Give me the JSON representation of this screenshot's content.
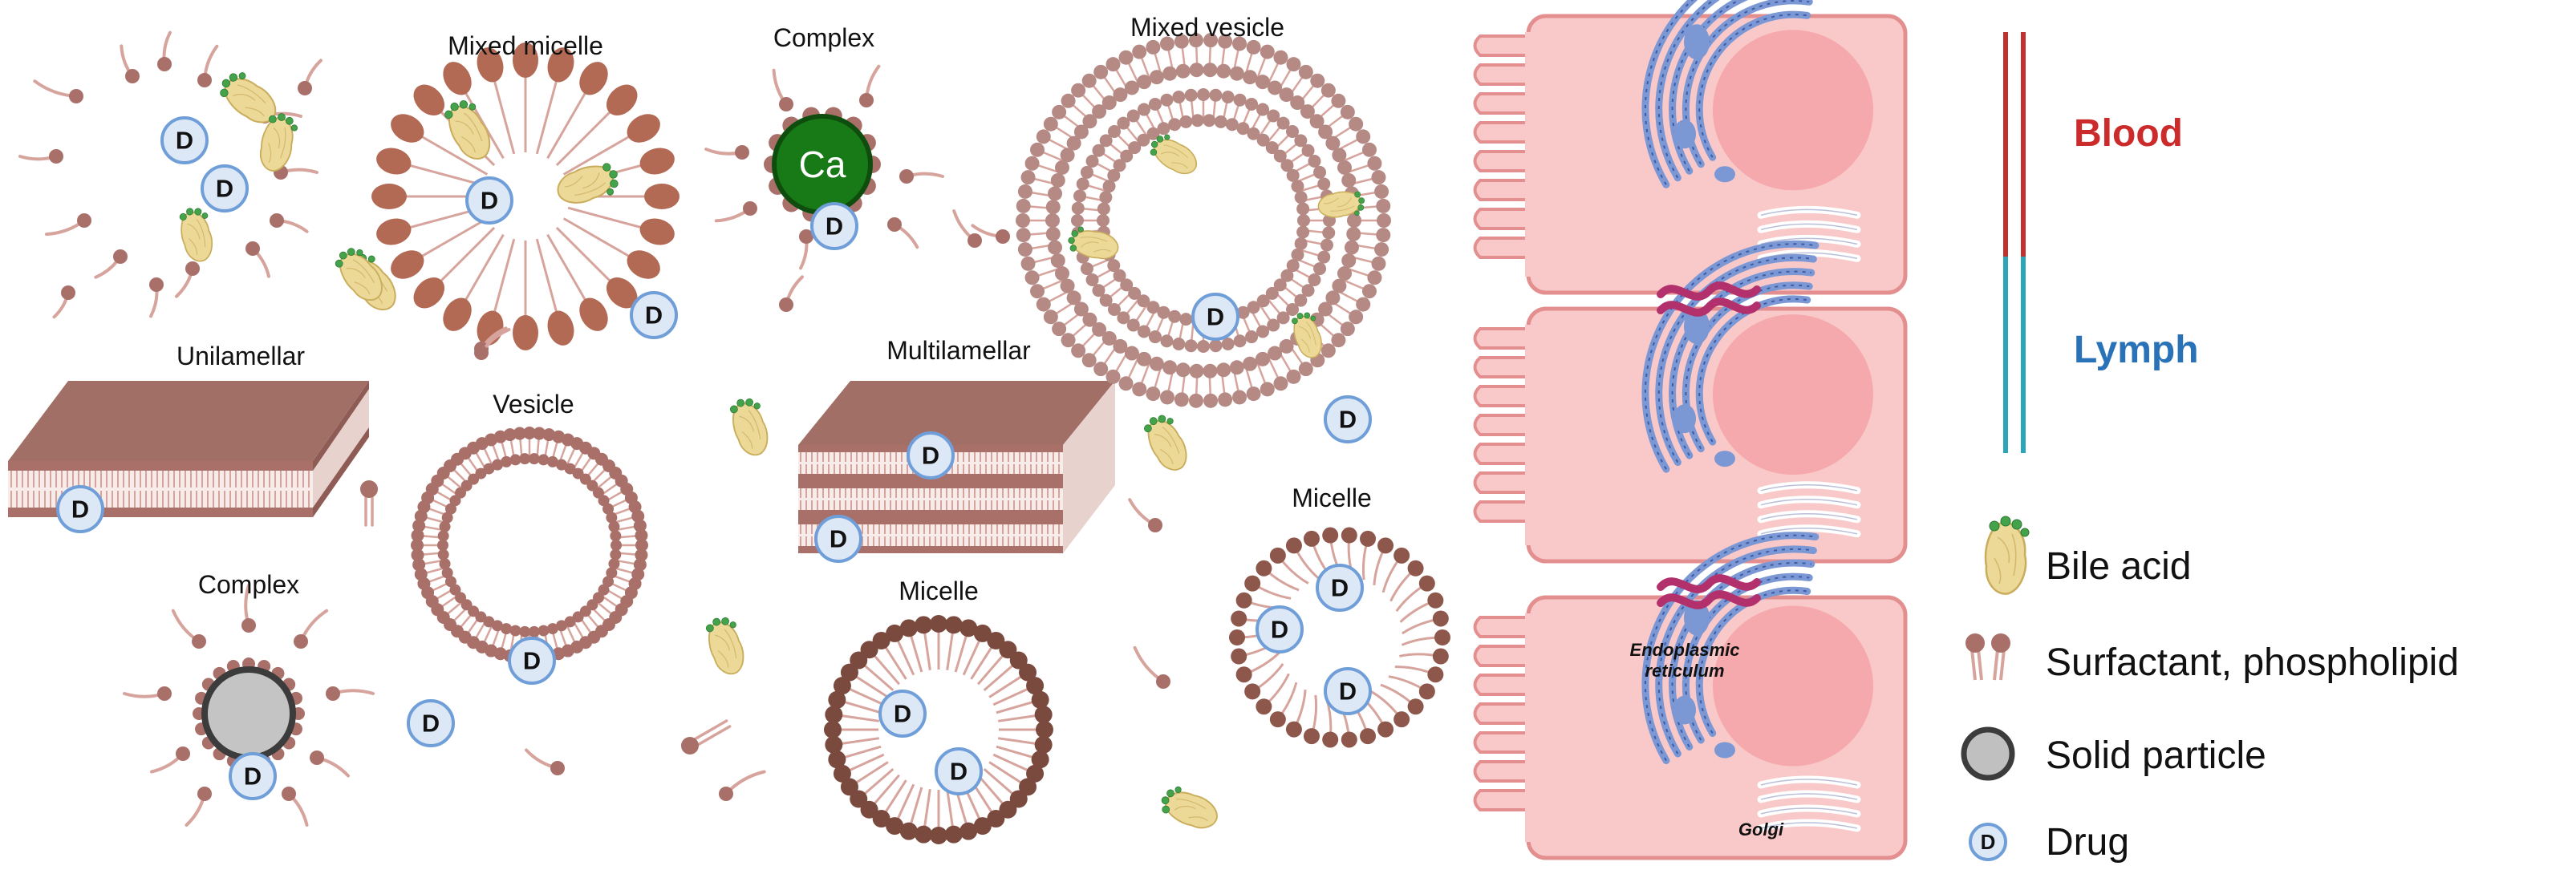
{
  "labels": {
    "mixed_micelle": "Mixed micelle",
    "complex_top": "Complex",
    "calcium": "Ca",
    "mixed_vesicle": "Mixed vesicle",
    "unilamellar": "Unilamellar",
    "vesicle": "Vesicle",
    "multilamellar": "Multilamellar",
    "micelle_center": "Micelle",
    "micelle_right": "Micelle",
    "complex_bottom": "Complex",
    "er_line1": "Endoplasmic",
    "er_line2": "reticulum",
    "golgi": "Golgi",
    "drug_symbol": "D"
  },
  "vessels": {
    "blood": {
      "label": "Blood",
      "color": "#cc2b2b"
    },
    "lymph": {
      "label": "Lymph",
      "color": "#2a72b8"
    }
  },
  "legend": {
    "items": [
      {
        "label": "Bile acid",
        "icon": "bile-acid-icon"
      },
      {
        "label": "Surfactant, phospholipid",
        "icon": "surfactant-icon"
      },
      {
        "label": "Solid particle",
        "icon": "solid-particle-icon"
      },
      {
        "label": "Drug",
        "icon": "drug-icon"
      }
    ]
  },
  "colors": {
    "head_brown": "#a9706a",
    "tail_tan": "#d6a49c",
    "drug_fill": "#dde8f6",
    "drug_ring": "#6f9ed8",
    "bile_fill": "#ecd897",
    "bile_dot": "#44a24a",
    "calcium_green": "#177a17",
    "cell_fill": "#f9c9c9",
    "cell_stroke": "#e48f8f",
    "er_blue": "#7b97d4",
    "junction": "#b2306c"
  }
}
